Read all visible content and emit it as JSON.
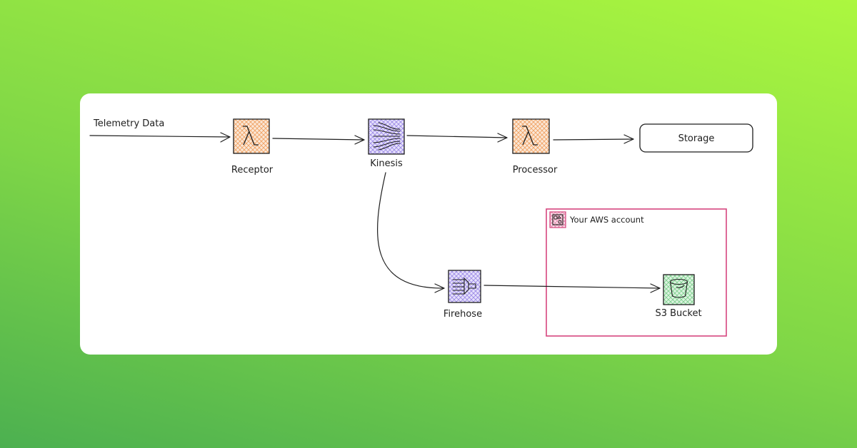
{
  "diagram": {
    "input_label": "Telemetry Data",
    "nodes": {
      "receptor": {
        "label": "Receptor",
        "icon": "lambda-icon",
        "color": "#e8853a"
      },
      "kinesis": {
        "label": "Kinesis",
        "icon": "kinesis-streams-icon",
        "color": "#7b61e0"
      },
      "processor": {
        "label": "Processor",
        "icon": "lambda-icon",
        "color": "#e8853a"
      },
      "storage": {
        "label": "Storage"
      },
      "firehose": {
        "label": "Firehose",
        "icon": "firehose-icon",
        "color": "#7b61e0"
      },
      "s3": {
        "label": "S3 Bucket",
        "icon": "s3-bucket-icon",
        "color": "#3cb356"
      }
    },
    "group": {
      "label": "Your AWS account",
      "icon": "aws-account-icon",
      "color": "#d6467f"
    }
  }
}
